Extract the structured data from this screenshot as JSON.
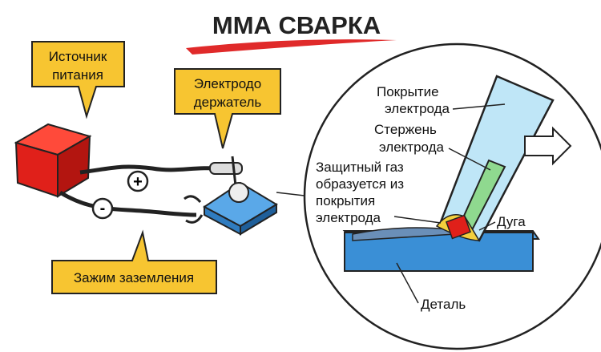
{
  "title": "ММА СВАРКА",
  "labels": {
    "power_source": [
      "Источник",
      "питания"
    ],
    "electrode_holder": [
      "Электродо",
      "держатель"
    ],
    "ground_clamp": "Зажим заземления",
    "coating": [
      "Покрытие",
      "электрода"
    ],
    "core": [
      "Стержень",
      "электрода"
    ],
    "shield_gas": [
      "Защитный газ",
      "образуется из",
      "покрытия",
      "электрода"
    ],
    "arc": "Дуга",
    "workpiece": "Деталь",
    "plus": "+",
    "minus": "-"
  },
  "colors": {
    "label_box": "#f7c531",
    "power_source": "#e0201a",
    "workpiece": "#3a8fd6",
    "underline": "#e02a2a",
    "electrode_core": "#8fd98f",
    "electrode_coating": "#bfe6f7"
  }
}
